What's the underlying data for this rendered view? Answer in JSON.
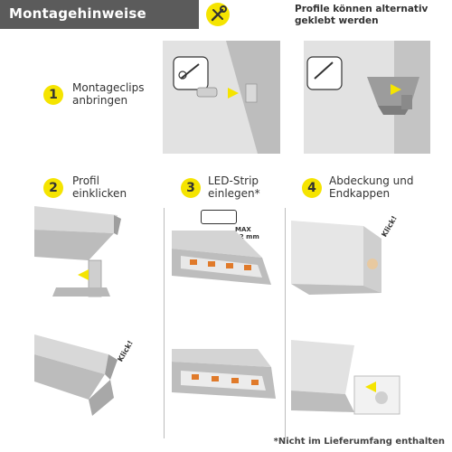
{
  "header": {
    "title": "Montagehinweise",
    "alt_line1": "Profile können alternativ",
    "alt_line2": "geklebt werden"
  },
  "steps": [
    {
      "number": "1",
      "line1": "Montageclips",
      "line2": "anbringen"
    },
    {
      "number": "2",
      "line1": "Profil",
      "line2": "einklicken"
    },
    {
      "number": "3",
      "line1": "LED-Strip",
      "line2": "einlegen*"
    },
    {
      "number": "4",
      "line1": "Abdeckung und",
      "line2": "Endkappen"
    }
  ],
  "led_size": {
    "max": "MAX",
    "size": "12 mm"
  },
  "klick": "Klick!",
  "footnote": "*Nicht im Lieferumfang enthalten",
  "colors": {
    "accent": "#f5e400",
    "dark": "#5b5b5b",
    "profile": "#c8c8c8"
  },
  "icons": {
    "header_badge": "tools-icon"
  }
}
